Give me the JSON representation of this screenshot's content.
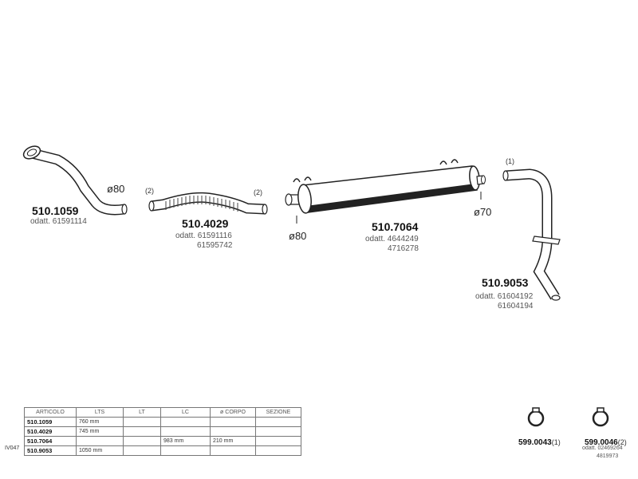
{
  "parts": [
    {
      "code": "510.1059",
      "refs": "odatt. 61591114",
      "diameter": "ø80"
    },
    {
      "code": "510.4029",
      "refs": [
        "odatt. 61591116",
        "61595742"
      ],
      "marks": [
        "(2)",
        "(2)"
      ]
    },
    {
      "code": "510.7064",
      "refs": [
        "odatt. 4644249",
        "4716278"
      ],
      "diameters": [
        "ø80",
        "ø70"
      ]
    },
    {
      "code": "510.9053",
      "refs": [
        "odatt. 61604192",
        "61604194"
      ],
      "mark": "(1)"
    }
  ],
  "table": {
    "headers": [
      "ARTICOLO",
      "LTS",
      "LT",
      "LC",
      "ø CORPO",
      "SEZIONE"
    ],
    "rows": [
      [
        "510.1059",
        "760 mm",
        "",
        "",
        "",
        ""
      ],
      [
        "510.4029",
        "745 mm",
        "",
        "",
        "",
        ""
      ],
      [
        "510.7064",
        "",
        "",
        "983 mm",
        "210 mm",
        ""
      ],
      [
        "510.9053",
        "1050 mm",
        "",
        "",
        "",
        ""
      ]
    ],
    "side_label": "IV047"
  },
  "clamps": [
    {
      "code": "599.0043",
      "qty": "(1)"
    },
    {
      "code": "599.0046",
      "qty": "(2)",
      "refs": [
        "odatt. 02469264",
        "4819973"
      ]
    }
  ]
}
